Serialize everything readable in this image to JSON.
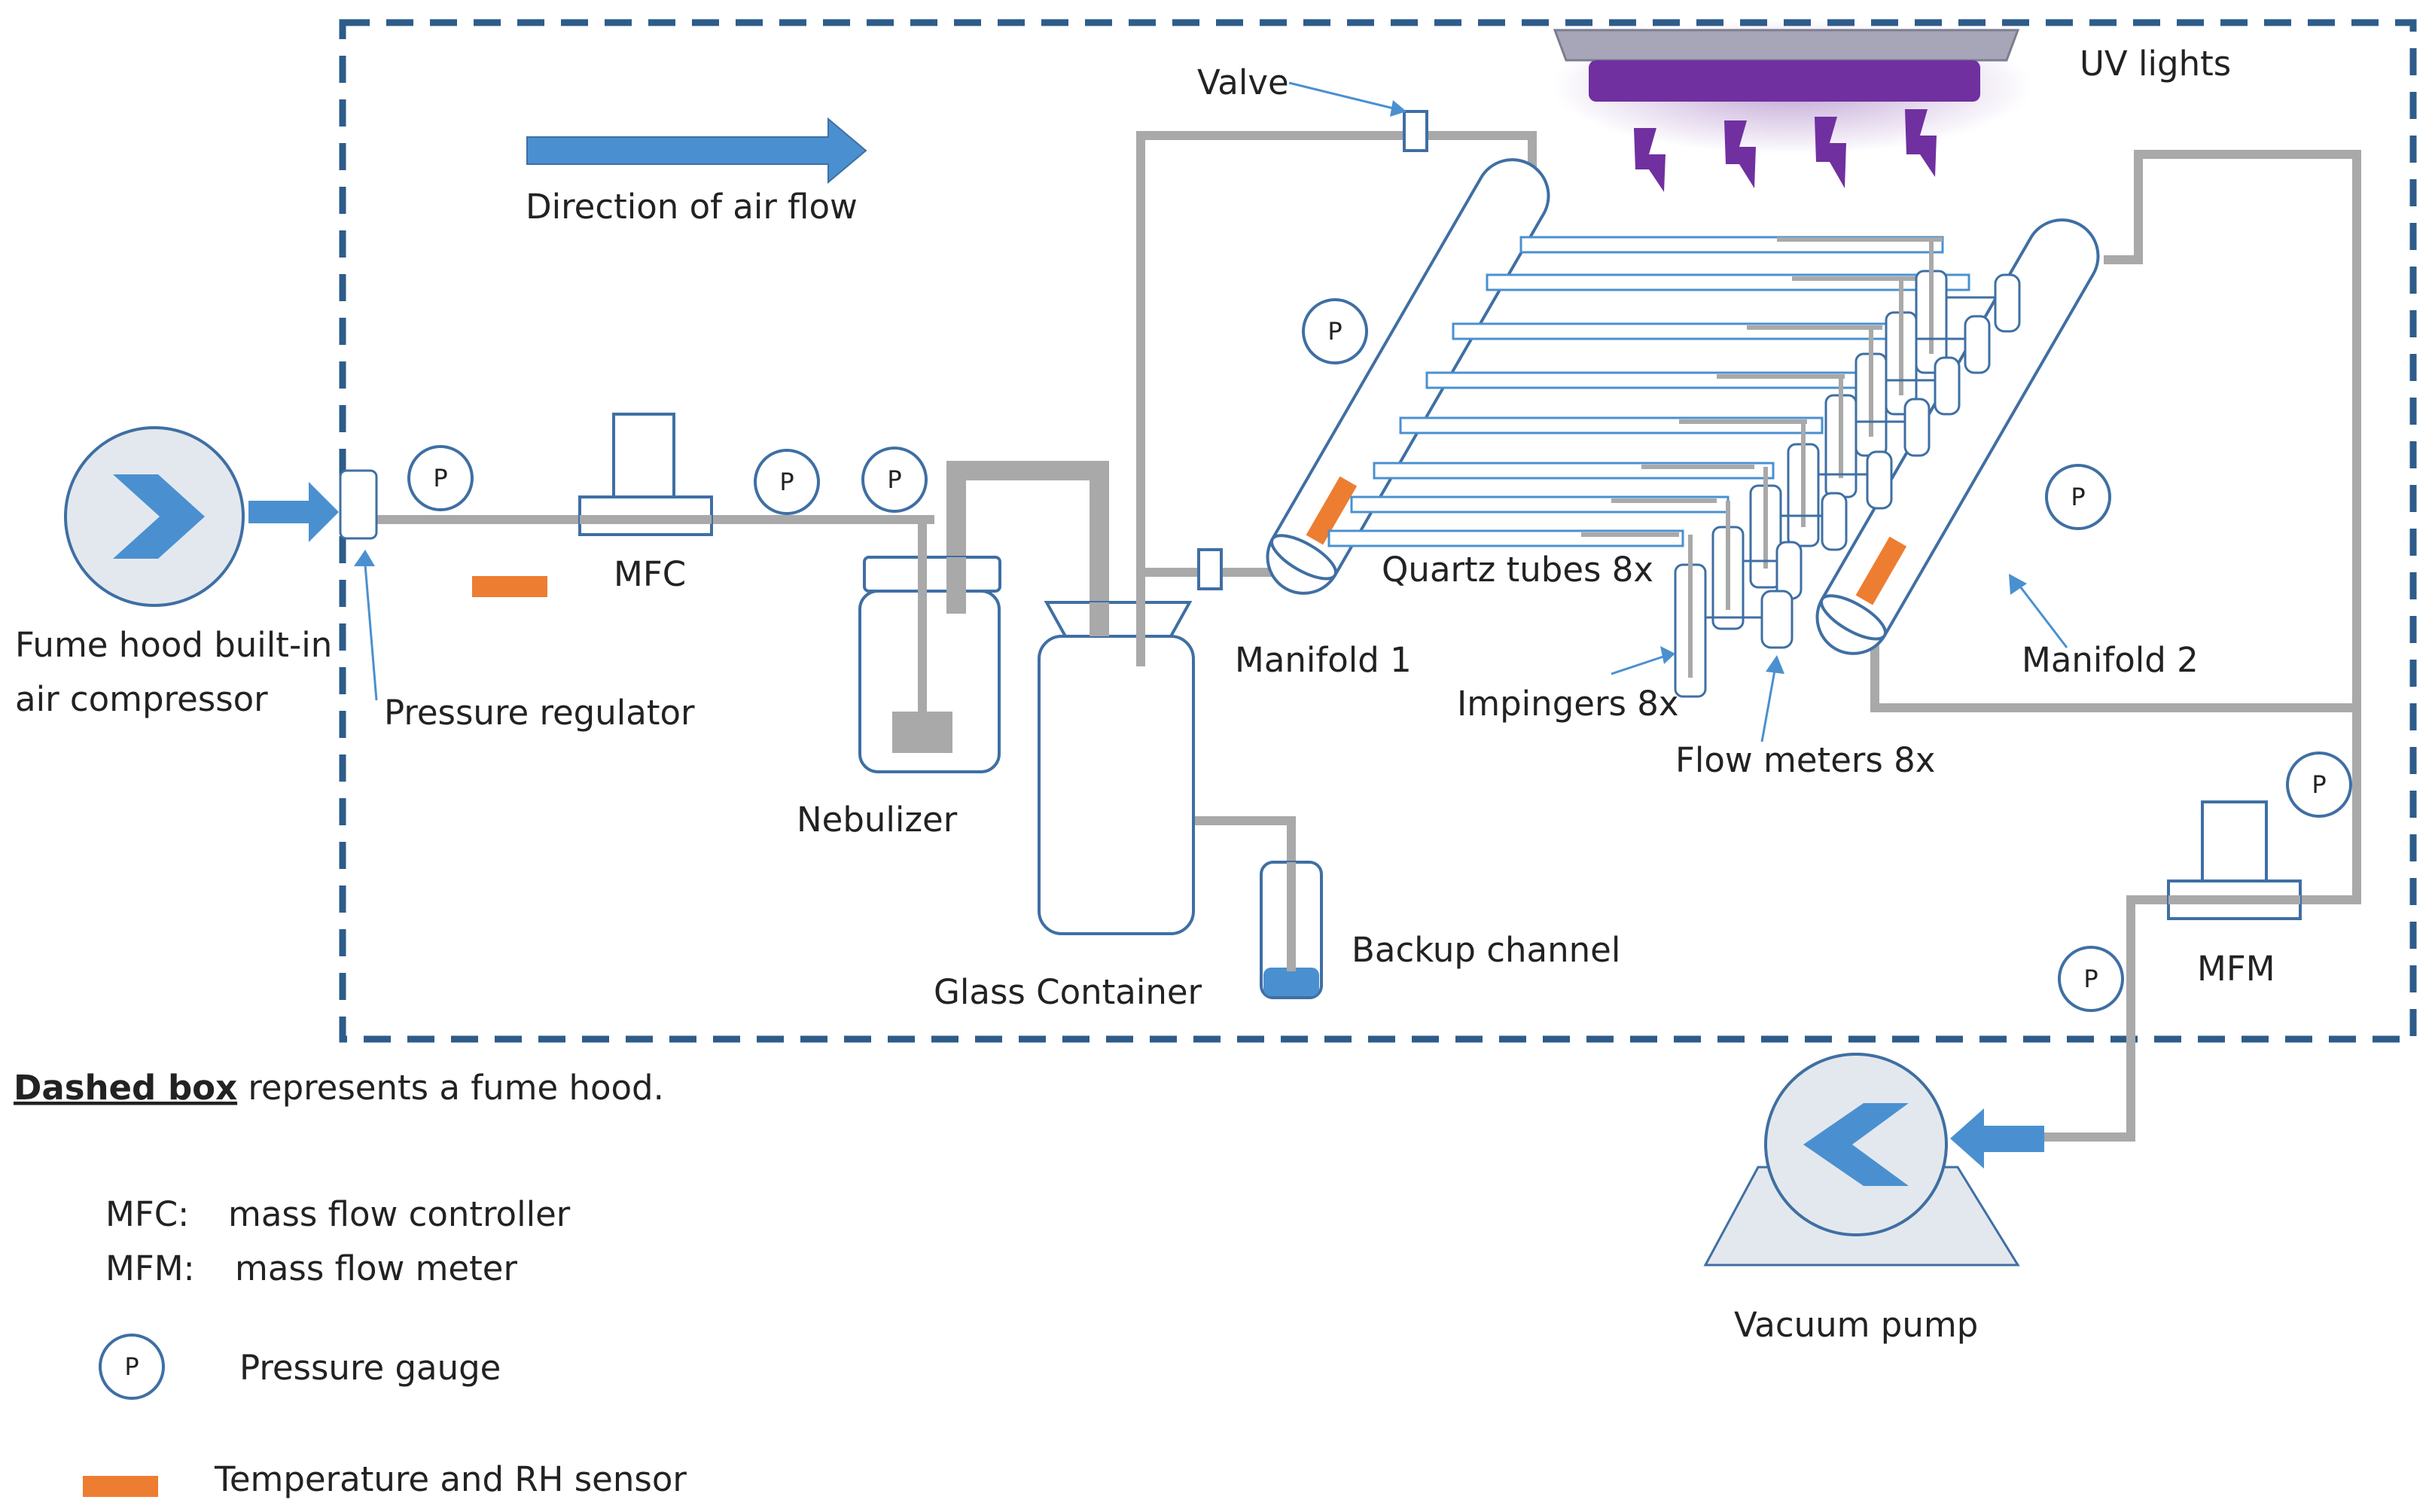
{
  "labels": {
    "direction": "Direction of air flow",
    "valve": "Valve",
    "uv_lights": "UV lights",
    "compressor_line1": "Fume hood built-in",
    "compressor_line2": "air compressor",
    "pressure_regulator": "Pressure regulator",
    "mfc": "MFC",
    "nebulizer": "Nebulizer",
    "glass_container": "Glass Container",
    "backup_channel": "Backup channel",
    "quartz_tubes": "Quartz tubes 8x",
    "manifold1": "Manifold 1",
    "manifold2": "Manifold 2",
    "impingers": "Impingers 8x",
    "flow_meters": "Flow meters 8x",
    "mfm": "MFM",
    "vacuum_pump": "Vacuum pump"
  },
  "gauge_letter": "P",
  "legend": {
    "dashed_box_bold": "Dashed box",
    "dashed_box_rest": " represents a fume hood.",
    "mfc_abbr": "MFC:",
    "mfc_def": "mass flow controller",
    "mfm_abbr": "MFM:",
    "mfm_def": "mass flow meter",
    "pressure_gauge": "Pressure gauge",
    "temp_rh_sensor": "Temperature and RH sensor"
  },
  "colors": {
    "pipe": "#a9a9a9",
    "outline": "#3f6fa3",
    "arrow": "#4a90d0",
    "sensor": "#ed7d31",
    "uv": "#7030a0",
    "hood": "#2e5c8a",
    "pump_bg": "#e3e8ee"
  }
}
